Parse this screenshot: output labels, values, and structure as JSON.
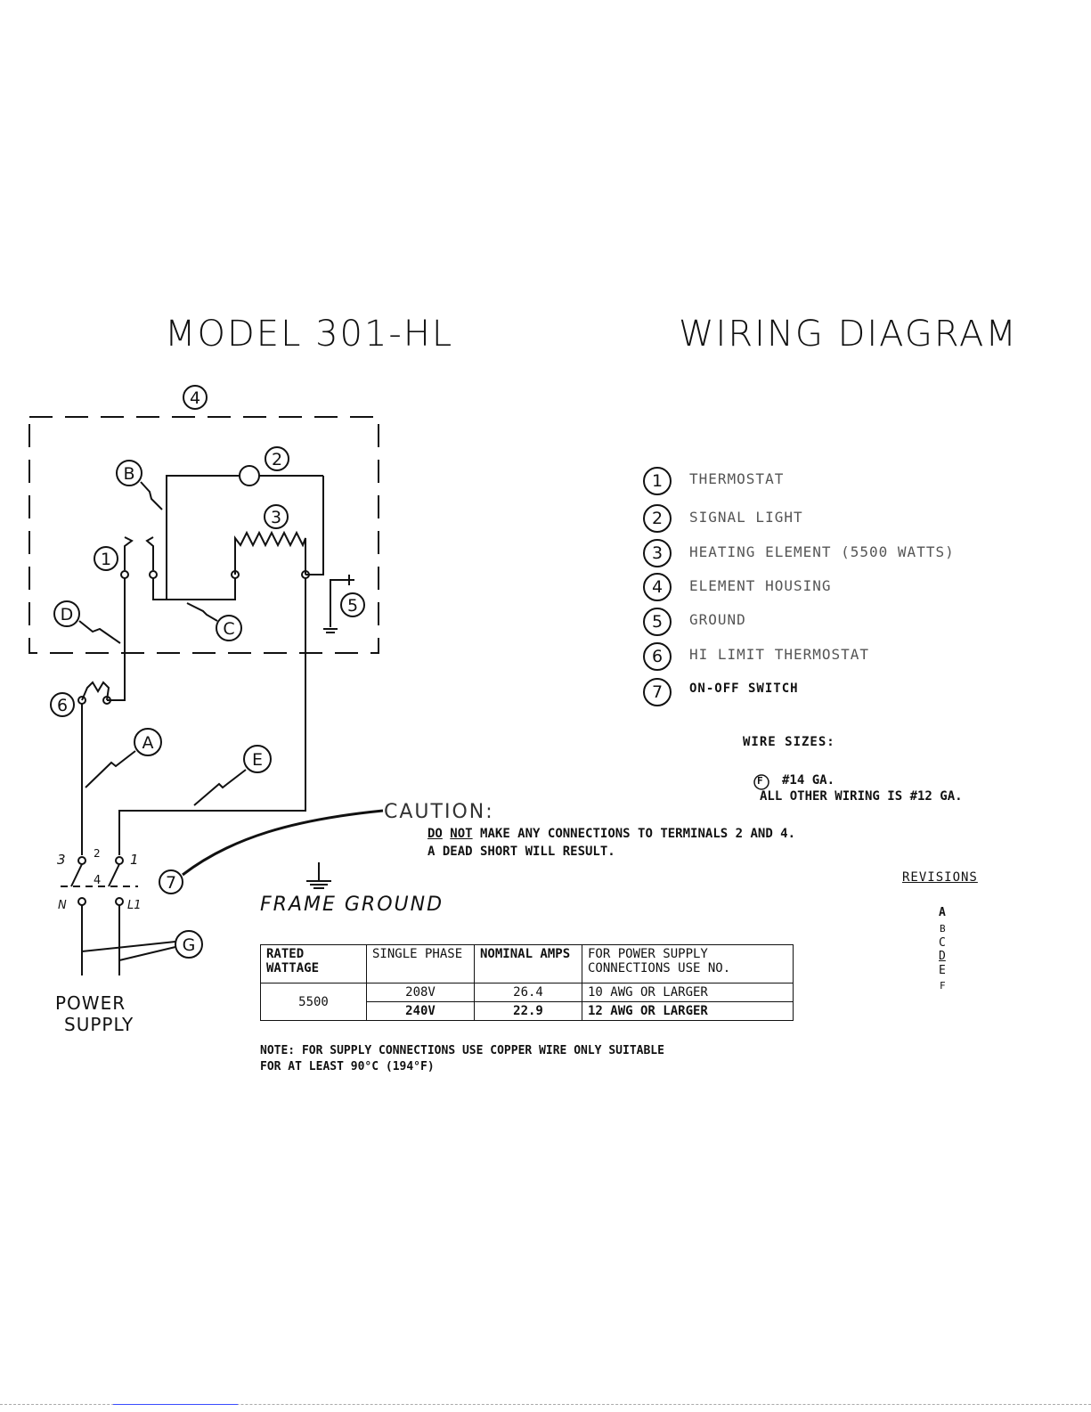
{
  "header": {
    "model": "MODEL 301-HL",
    "title": "WIRING DIAGRAM"
  },
  "diagram": {
    "housing_label": "4",
    "signal_light": "2",
    "heating_element": "3",
    "thermostat": "1",
    "ground": "5",
    "hi_limit": "6",
    "switch": "7",
    "wire_a": "A",
    "wire_b": "B",
    "wire_c": "C",
    "wire_d": "D",
    "wire_e": "E",
    "wire_g": "G",
    "switch_terminals": {
      "t3": "3",
      "t2": "2",
      "t4": "4",
      "t1": "1",
      "tn": "N",
      "tl1": "L1"
    },
    "power_supply_line1": "POWER",
    "power_supply_line2": "SUPPLY",
    "frame_ground": "FRAME GROUND"
  },
  "legend": [
    {
      "num": "1",
      "text": "THERMOSTAT"
    },
    {
      "num": "2",
      "text": "SIGNAL LIGHT"
    },
    {
      "num": "3",
      "text": "HEATING ELEMENT (5500 WATTS)"
    },
    {
      "num": "4",
      "text": "ELEMENT HOUSING"
    },
    {
      "num": "5",
      "text": "GROUND"
    },
    {
      "num": "6",
      "text": "HI LIMIT THERMOSTAT"
    },
    {
      "num": "7",
      "text": "ON-OFF SWITCH"
    }
  ],
  "wire_sizes": {
    "heading": "WIRE SIZES:",
    "f_label": "F",
    "f_size": "#14 GA.",
    "other": "ALL OTHER WIRING IS #12 GA."
  },
  "caution": {
    "heading": "CAUTION:",
    "do": "DO",
    "not": "NOT",
    "line1_rest": "MAKE ANY CONNECTIONS TO TERMINALS 2 AND 4.",
    "line2": "A DEAD SHORT WILL RESULT."
  },
  "revisions": {
    "heading": "REVISIONS",
    "items": [
      "A",
      "B",
      "C",
      "D",
      "E",
      "F"
    ]
  },
  "table": {
    "h_rated": "RATED WATTAGE",
    "h_single": "SINGLE PHASE",
    "h_nominal": "NOMINAL AMPS",
    "h_conn": "FOR POWER SUPPLY CONNECTIONS USE NO.",
    "wattage": "5500",
    "rows": [
      {
        "phase": "208V",
        "amps": "26.4",
        "conn": "10 AWG OR LARGER"
      },
      {
        "phase": "240V",
        "amps": "22.9",
        "conn": "12 AWG OR LARGER"
      }
    ]
  },
  "note": {
    "line1": "NOTE:  FOR SUPPLY CONNECTIONS USE COPPER WIRE ONLY SUITABLE",
    "line2": "FOR AT LEAST 90°C (194°F)"
  }
}
